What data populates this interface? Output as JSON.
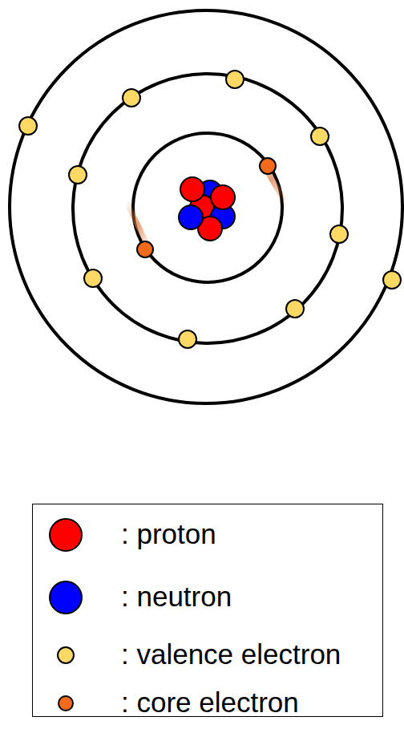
{
  "diagram": {
    "legend": [
      {
        "text": ": proton",
        "color": "#ff0000"
      },
      {
        "text": ": neutron",
        "color": "#0000ff"
      },
      {
        "text": ": valence electron",
        "color": "#fcd965"
      },
      {
        "text": ": core electron",
        "color": "#f26a1b"
      }
    ]
  }
}
